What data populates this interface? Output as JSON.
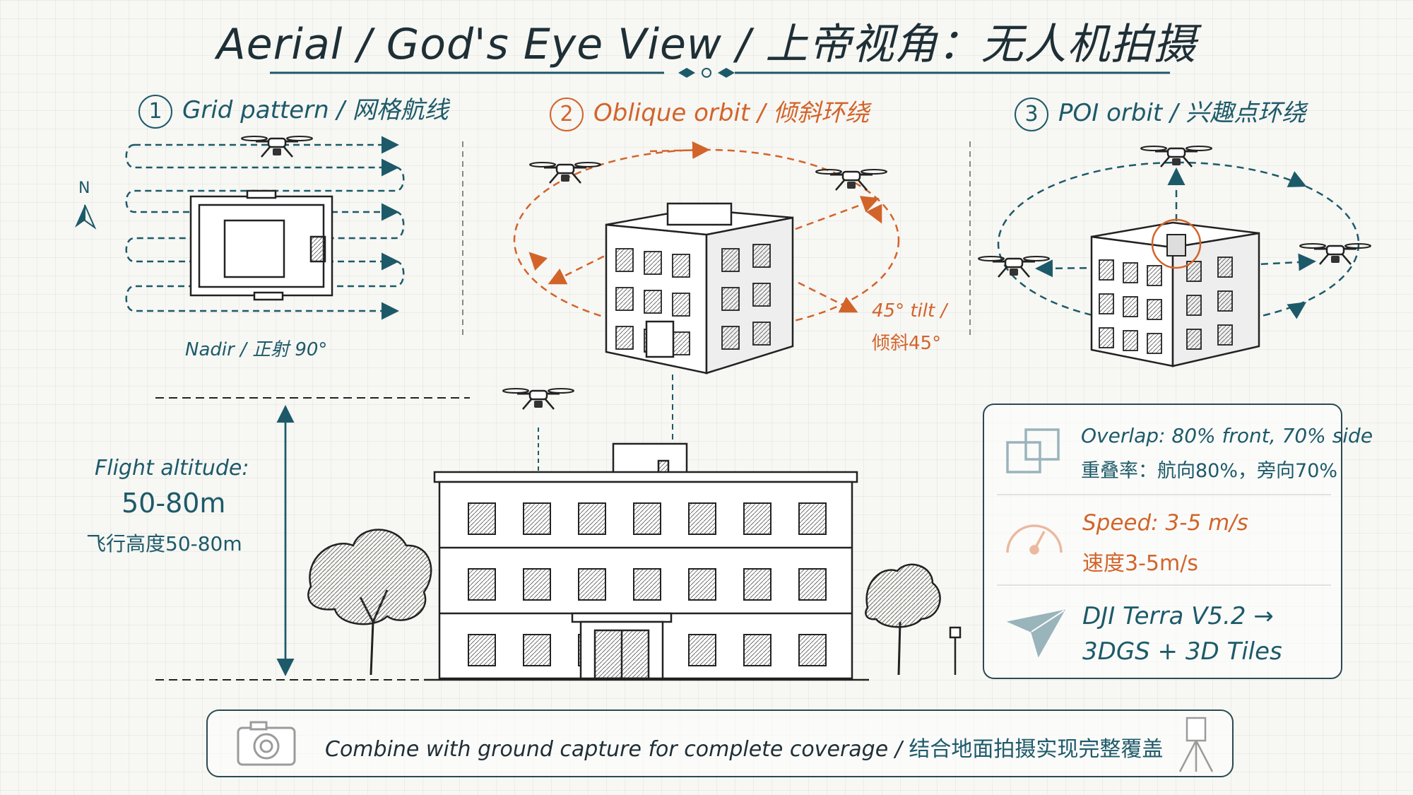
{
  "title": "Aerial / God's Eye View / 上帝视角：无人机拍摄",
  "sections": [
    {
      "number": "1",
      "label": "Grid pattern / 网格航线",
      "note": "Nadir / 正射 90°",
      "north": "N"
    },
    {
      "number": "2",
      "label": "Oblique orbit / 倾斜环绕",
      "note_line1": "45° tilt /",
      "note_line2": "倾斜45°"
    },
    {
      "number": "3",
      "label": "POI orbit / 兴趣点环绕"
    }
  ],
  "altitude": {
    "label": "Flight altitude:",
    "value": "50-80m",
    "cn": "飞行高度50-80m"
  },
  "info": [
    {
      "icon": "overlap-icon",
      "line1": "Overlap: 80% front, 70% side",
      "line2": "重叠率：航向80%，旁向70%"
    },
    {
      "icon": "speedometer-icon",
      "line1": "Speed: 3-5 m/s",
      "line2": "速度3-5m/s"
    },
    {
      "icon": "paper-plane-icon",
      "line1": "DJI Terra V5.2 →",
      "line2": "3DGS + 3D Tiles"
    }
  ],
  "footer": {
    "text_en": "Combine with ground capture for complete coverage / ",
    "text_cn": "结合地面拍摄实现完整覆盖"
  },
  "colors": {
    "teal": "#1d5a69",
    "orange": "#d2642a",
    "ink": "#1f2f36"
  }
}
